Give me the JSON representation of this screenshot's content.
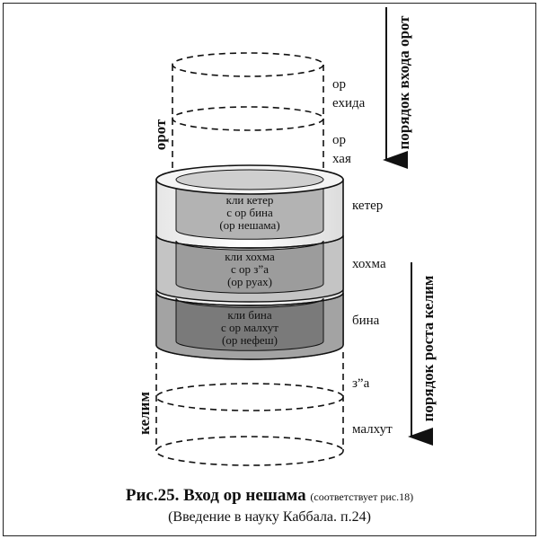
{
  "figure": {
    "caption_title": "Рис.25. Вход ор нешама",
    "caption_note": "(соответствует рис.18)",
    "caption_source": "(Введение в науку Каббала. п.24)"
  },
  "vertical_labels": {
    "orot": "орот",
    "kelim": "келим",
    "order_entry": "порядок входа орот",
    "order_growth": "порядок роста келим"
  },
  "lights": [
    {
      "line1": "ор",
      "line2": "ехида"
    },
    {
      "line1": "ор",
      "line2": "хая"
    }
  ],
  "vessels": [
    {
      "name": "кетер",
      "line1": "кли кетер",
      "line2": "с ор бина",
      "line3": "(ор нешама)",
      "color": "#b3b3b3"
    },
    {
      "name": "хохма",
      "line1": "кли хохма",
      "line2": "с ор з”а",
      "line3": "(ор руах)",
      "color": "#9c9c9c"
    },
    {
      "name": "бина",
      "line1": "кли бина",
      "line2": "с ор малхут",
      "line3": "(ор нефеш)",
      "color": "#7a7a7a"
    }
  ],
  "empty_vessels": [
    {
      "name": "з”а"
    },
    {
      "name": "малхут"
    }
  ]
}
